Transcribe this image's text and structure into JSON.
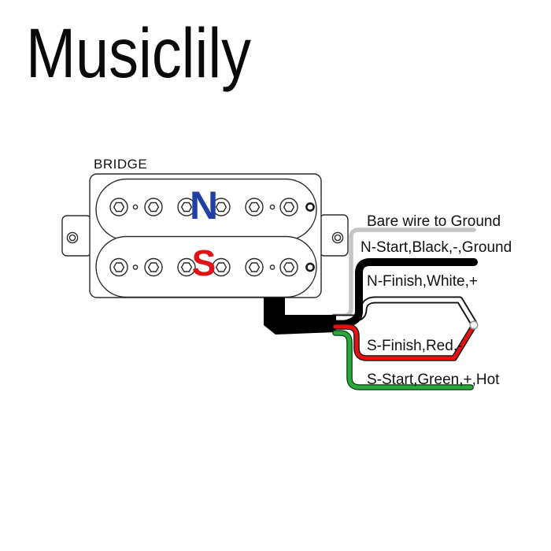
{
  "logo": "Musiclily",
  "pickup": {
    "position_label": "BRIDGE",
    "north": "N",
    "south": "S",
    "north_color": "#1f41a6",
    "south_color": "#df1216"
  },
  "wires": [
    {
      "name": "bare",
      "label": "Bare wire to Ground",
      "color": "#c5c5c5"
    },
    {
      "name": "north-start",
      "label": "N-Start,Black,-,Ground",
      "color": "#000000"
    },
    {
      "name": "north-finish",
      "label": "N-Finish,White,+",
      "color": "#ffffff"
    },
    {
      "name": "south-finish",
      "label": "S-Finish,Red,-",
      "color": "#e31313"
    },
    {
      "name": "south-start",
      "label": "S-Start,Green,+,Hot",
      "color": "#2aa83c"
    }
  ]
}
